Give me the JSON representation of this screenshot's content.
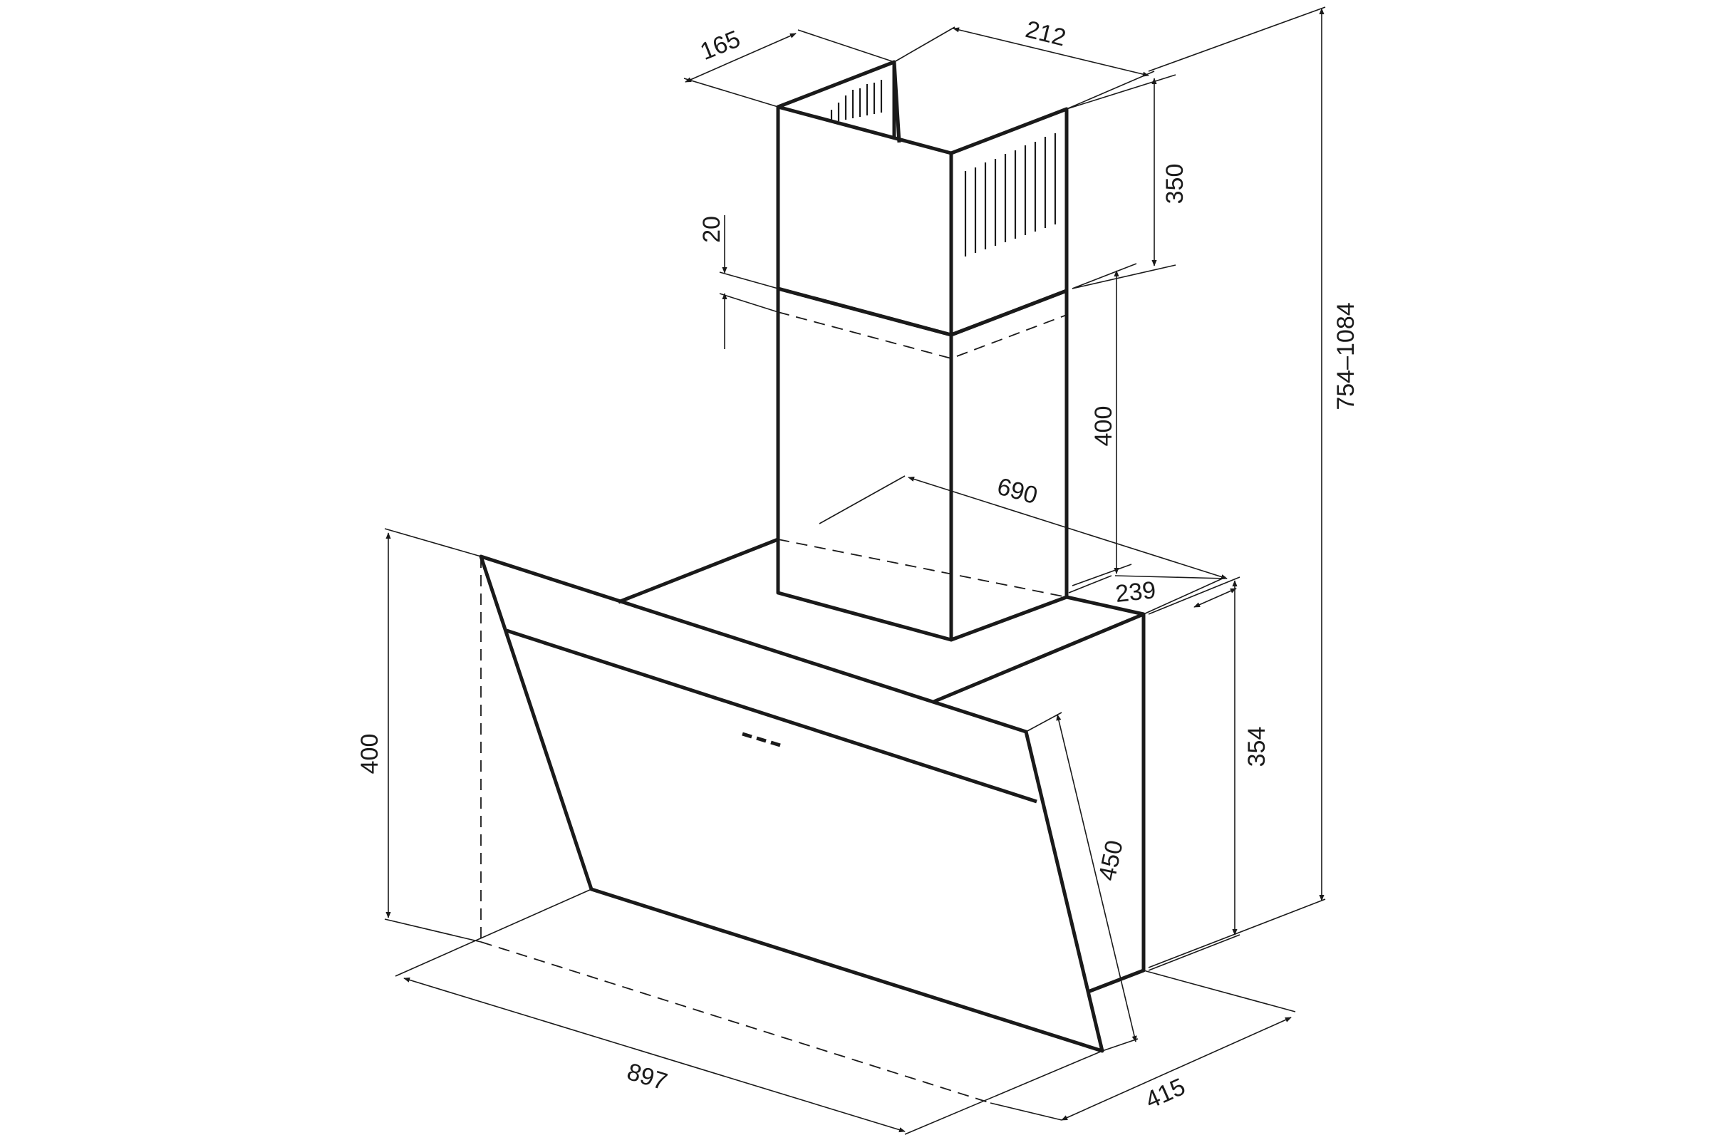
{
  "dimensions": {
    "chimney_depth": "165",
    "chimney_width": "212",
    "chimney_upper_height": "350",
    "chimney_overlap": "20",
    "chimney_lower_height": "400",
    "total_height_range": "754–1084",
    "body_width_top": "690",
    "body_depth_top": "239",
    "body_height_right": "354",
    "glass_panel_length": "450",
    "hood_height_left": "400",
    "hood_width": "897",
    "hood_depth": "415"
  }
}
